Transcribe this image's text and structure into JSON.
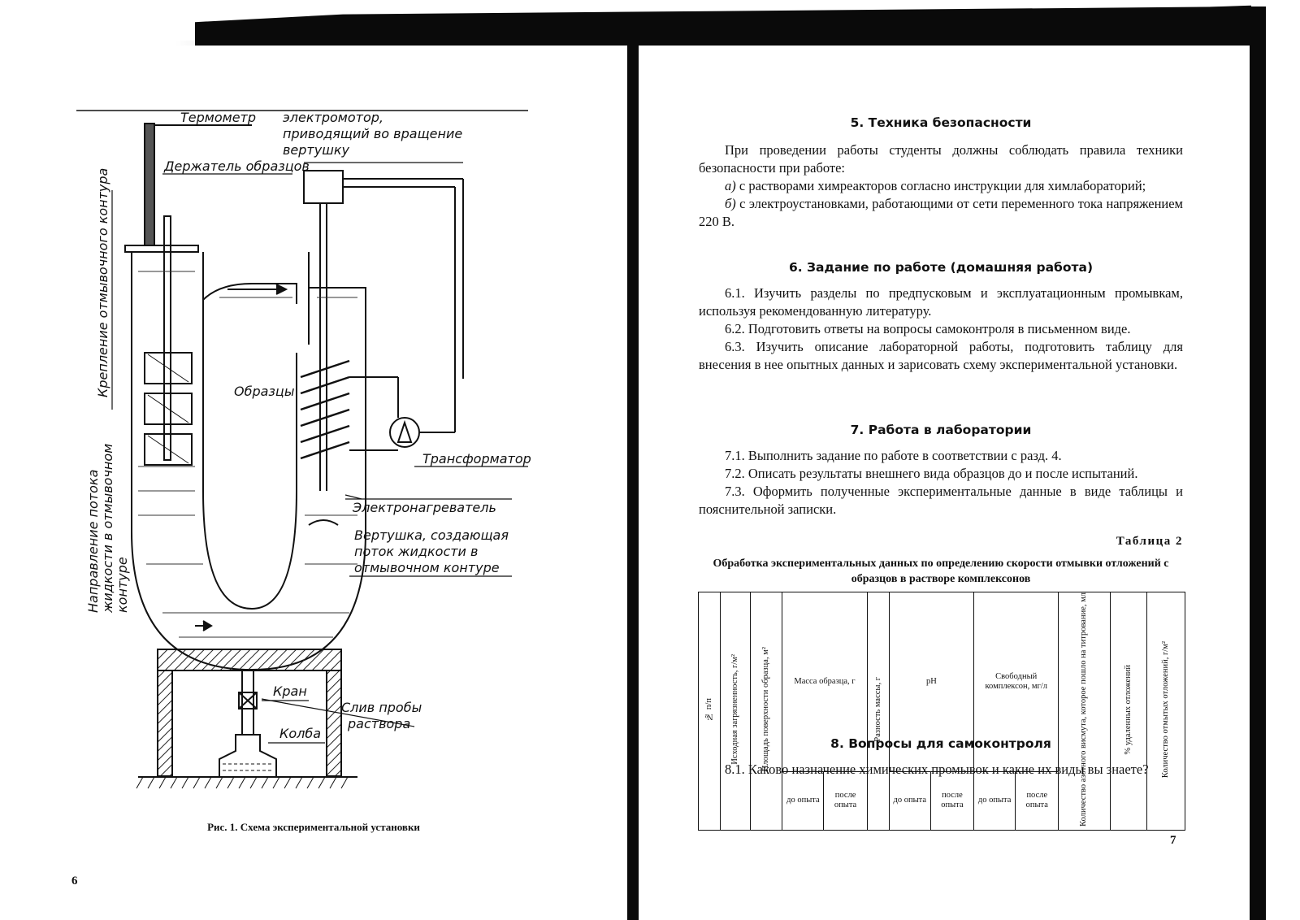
{
  "left_page": {
    "diagram_labels": {
      "thermometer": "Термометр",
      "motor": "электромотор,\nприводящий во вращение\nвертушку",
      "holder": "Держатель образцов",
      "mount": "Крепление отмывочного контура",
      "samples": "Образцы",
      "transformer": "Трансформатор",
      "heater": "Электронагреватель",
      "impeller": "Вертушка, создающая\nпоток жидкости в\nотмывочном контуре",
      "flow": "Направление потока\nжидкости в отмывочном\nконтуре",
      "valve": "Кран",
      "drain": "Слив пробы\nраствора",
      "flask": "Колба"
    },
    "caption": "Рис. 1. Схема экспериментальной установки",
    "page_number": "6"
  },
  "right_page": {
    "section5": {
      "heading": "5. Техника безопасности",
      "p1": "При проведении работы студенты должны соблюдать правила техники безопасности при работе:",
      "p2_marker": "а)",
      "p2": " с растворами химреакторов согласно инструкции для химлабораторий;",
      "p3_marker": "б)",
      "p3": " с электроустановками, работающими от сети переменного тока напряжением 220 В."
    },
    "section6": {
      "heading": "6. Задание по работе (домашняя работа)",
      "p1": "6.1. Изучить разделы по предпусковым и эксплуатационным промывкам, используя рекомендованную литературу.",
      "p2": "6.2. Подготовить ответы на вопросы самоконтроля в письменном виде.",
      "p3": "6.3. Изучить описание лабораторной работы, подготовить таблицу для внесения в нее опытных данных и зарисовать схему экспериментальной установки."
    },
    "section7": {
      "heading": "7. Работа в лаборатории",
      "p1": "7.1. Выполнить задание по работе в соответствии с разд. 4.",
      "p2": "7.2. Описать результаты внешнего вида образцов до и после испытаний.",
      "p3": "7.3. Оформить полученные экспериментальные данные в виде таблицы и пояснительной записки."
    },
    "table": {
      "label": "Таблица 2",
      "title": "Обработка экспериментальных данных по определению скорости отмывки отложений с образцов в растворе комплексонов",
      "col_num": "№ п/п",
      "col_initial": "Исходная загрязненность, г/м²",
      "col_area": "Площадь поверхности образца, м²",
      "col_mass": "Масса образца, г",
      "col_mass_diff": "Разность массы, г",
      "col_ph": "pH",
      "col_free": "Свободный комплексон, мг/л",
      "col_bismuth": "Количество азотного висмута, которое пошло на титрование, мл",
      "col_removed_pct": "% удаленных отложений",
      "col_removed_amount": "Количество отмытых отложений, г/м²",
      "sub_before": "до опыта",
      "sub_after": "после опыта"
    },
    "section8": {
      "heading": "8. Вопросы для самоконтроля",
      "p1": "8.1. Каково назначение химических промывок и какие их виды вы знаете?"
    },
    "page_number": "7"
  }
}
